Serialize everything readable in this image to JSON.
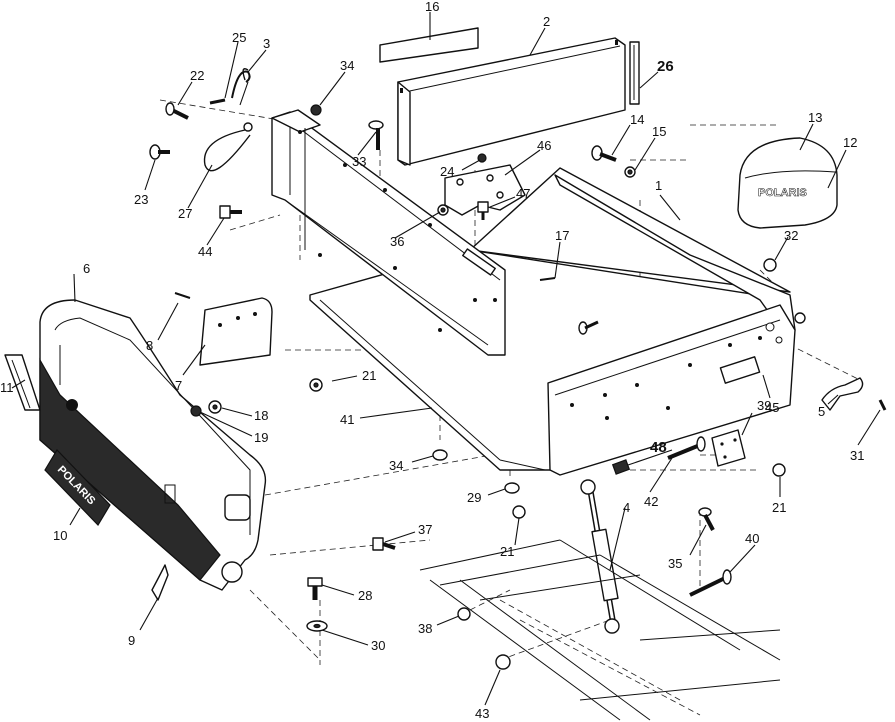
{
  "diagram": {
    "labels": {
      "l1": "1",
      "l2": "2",
      "l3": "3",
      "l4": "4",
      "l5": "5",
      "l6": "6",
      "l7": "7",
      "l8": "8",
      "l9": "9",
      "l10": "10",
      "l11": "11",
      "l12": "12",
      "l13": "13",
      "l14": "14",
      "l15": "15",
      "l16": "16",
      "l17": "17",
      "l18": "18",
      "l19": "19",
      "l21a": "21",
      "l21b": "21",
      "l21c": "21",
      "l22": "22",
      "l23": "23",
      "l24": "24",
      "l25": "25",
      "l26": "26",
      "l27": "27",
      "l28": "28",
      "l29": "29",
      "l30": "30",
      "l31": "31",
      "l32": "32",
      "l33": "33",
      "l34a": "34",
      "l34b": "34",
      "l35": "35",
      "l36": "36",
      "l37": "37",
      "l38": "38",
      "l39": "39",
      "l40": "40",
      "l41": "41",
      "l42": "42",
      "l43": "43",
      "l44": "44",
      "l45": "45",
      "l46": "46",
      "l47": "47",
      "l48": "48"
    },
    "branding": {
      "cover_logo": "POLARIS",
      "plate_logo": "POLARIS"
    }
  }
}
